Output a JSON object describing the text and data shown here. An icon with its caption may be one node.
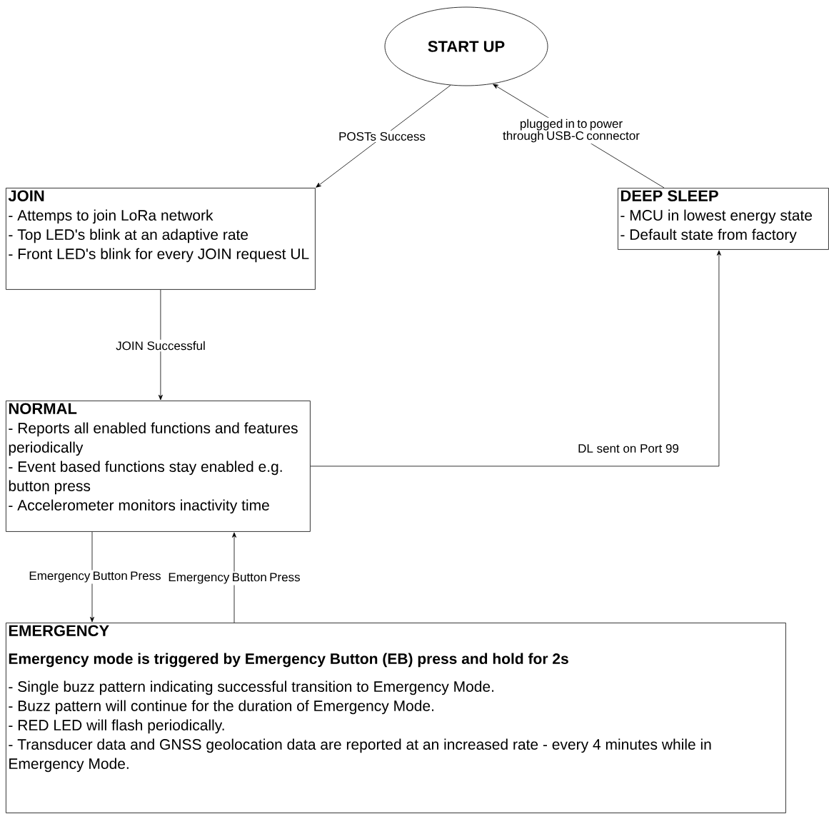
{
  "diagram": {
    "nodes": [
      {
        "text": [
          "START UP"
        ]
      },
      {
        "text": [
          "JOIN",
          "- Attemps to join LoRa network",
          "- Top LED's blink at an adaptive rate",
          "- Front LED's blink for every JOIN request UL"
        ]
      },
      {
        "text": [
          "DEEP SLEEP",
          "- MCU in lowest energy state",
          "- Default state from factory"
        ]
      },
      {
        "text": [
          "NORMAL",
          "- Reports all enabled functions and features periodically",
          "- Event based functions stay enabled e.g. button press",
          "- Accelerometer monitors inactivity time"
        ]
      },
      {
        "text": [
          "EMERGENCY",
          "Emergency mode is triggered by Emergency Button (EB) press and hold for 2s",
          "- Single buzz pattern indicating successful transition to Emergency Mode.",
          "- Buzz pattern will continue for the duration of Emergency Mode.",
          "- RED LED will flash periodically.",
          "- Transducer data and GNSS geolocation data are reported at an increased rate - every 4 minutes while in Emergency Mode."
        ]
      }
    ],
    "edges": [
      {
        "from": 0,
        "to": 1,
        "arrow": "to",
        "label": "POSTs Success"
      },
      {
        "from": 2,
        "to": 0,
        "arrow": "to",
        "label": "plugged in to power through USB-C connector"
      },
      {
        "from": 1,
        "to": 3,
        "arrow": "to",
        "label": "JOIN Successful"
      },
      {
        "from": 3,
        "to": 2,
        "arrow": "to",
        "label": "DL sent on Port 99"
      },
      {
        "from": 3,
        "to": 4,
        "arrow": "to",
        "label": "Emergency Button Press"
      },
      {
        "from": 4,
        "to": 3,
        "arrow": "to",
        "label": "Emergency Button Press"
      }
    ]
  }
}
